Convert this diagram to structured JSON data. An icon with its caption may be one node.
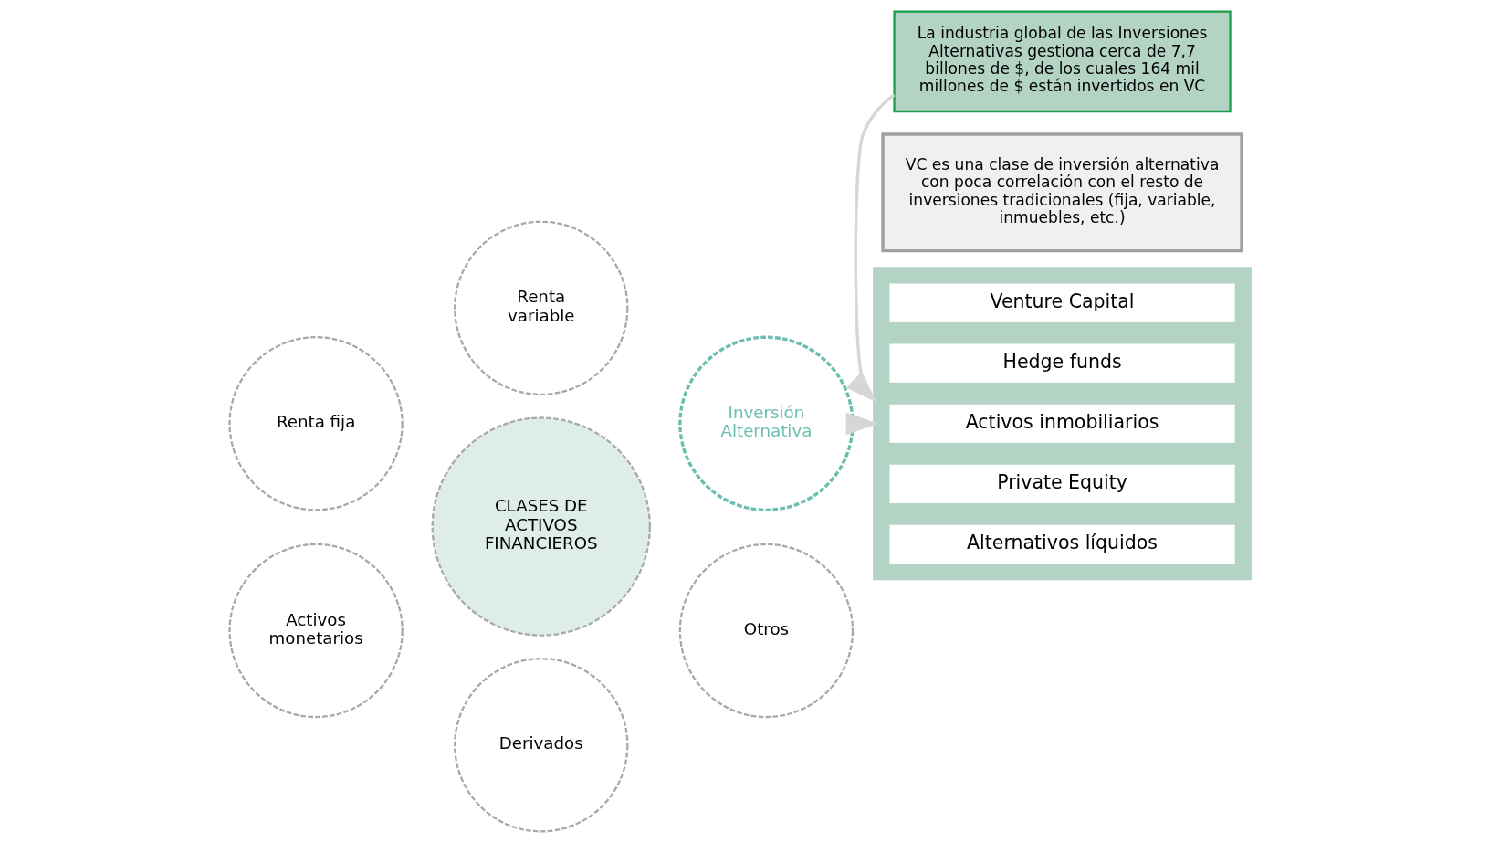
{
  "diagram": {
    "nodes": [
      {
        "text": [
          "Renta variable"
        ]
      },
      {
        "text": [
          "Renta fija"
        ]
      },
      {
        "text": [
          "Inversión Alternativa"
        ]
      },
      {
        "text": [
          "CLASES DE ACTIVOS FINANCIEROS"
        ]
      },
      {
        "text": [
          "Activos monetarios"
        ]
      },
      {
        "text": [
          "Otros"
        ]
      },
      {
        "text": [
          "Derivados"
        ]
      },
      {
        "text": [],
        "shape": "box"
      },
      {
        "text": [
          "Alternativos líquidos"
        ],
        "in": 7
      },
      {
        "text": [
          "Private Equity"
        ],
        "in": 7
      },
      {
        "text": [
          "Activos inmobiliarios"
        ],
        "in": 7
      },
      {
        "text": [
          "Hedge funds"
        ],
        "in": 7
      },
      {
        "text": [
          "Venture Capital"
        ],
        "in": 7
      },
      {
        "text": [
          "La industria global de las Inversiones Alternativas gestiona cerca de 7,7 billones de $, de los cuales 164 mil millones de $ están invertidos en VC"
        ]
      },
      {
        "text": [
          "VC es una clase de inversión alternativa con poca correlación con el resto de inversiones tradicionales (fija, variable, inmuebles, etc.)"
        ]
      }
    ],
    "edges": [
      {
        "from": 2,
        "to": 7,
        "arrow": "to",
        "color": "#d6d6d6"
      },
      {
        "from": 13,
        "to": 7,
        "arrow": "to",
        "color": "#d6d6d6"
      }
    ]
  }
}
